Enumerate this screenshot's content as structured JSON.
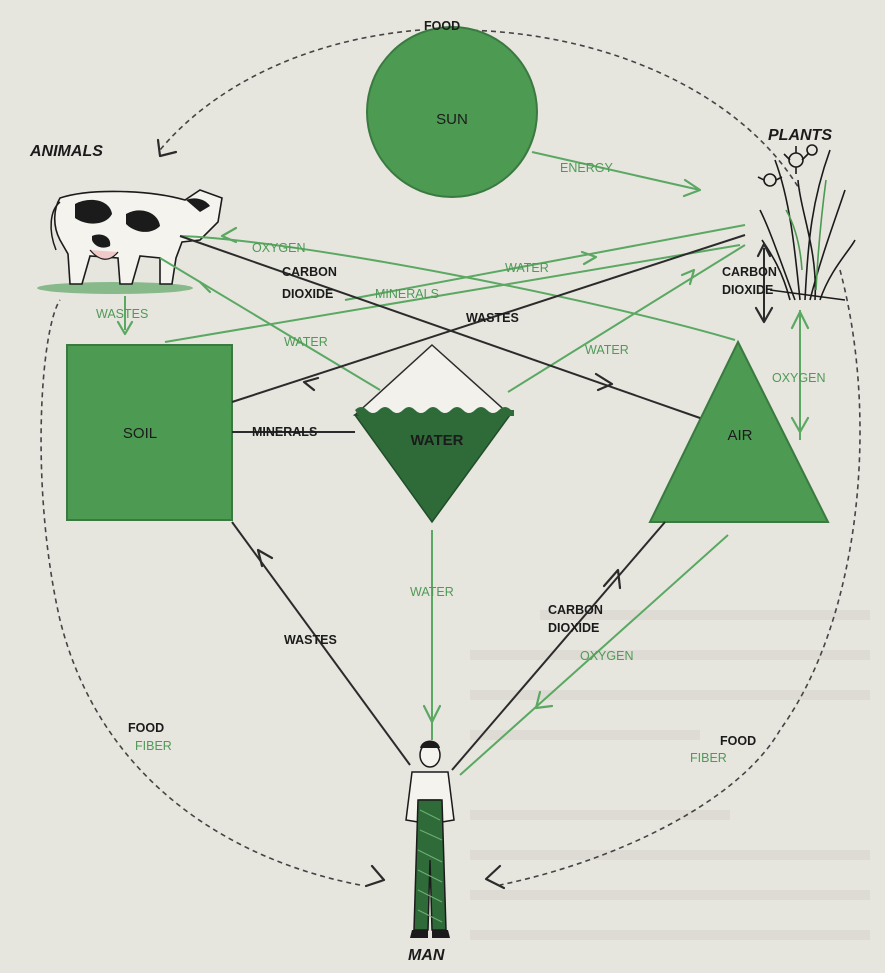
{
  "nodes": {
    "sun": "SUN",
    "soil": "SOIL",
    "water": "WATER",
    "air": "AIR"
  },
  "titles": {
    "animals": "ANIMALS",
    "plants": "PLANTS",
    "man": "MAN"
  },
  "labels": {
    "food_top": "FOOD",
    "energy": "ENERGY",
    "oxygen_animals": "OXYGEN",
    "water_to_plants": "WATER",
    "carbon_dioxide_animals_1": "CARBON",
    "carbon_dioxide_animals_2": "DIOXIDE",
    "minerals_soil_plants": "MINERALS",
    "wastes_animals_soil": "WASTES",
    "water_to_animals": "WATER",
    "wastes_plants_soil": "WASTES",
    "water_plants": "WATER",
    "carbon_dioxide_plants_1": "CARBON",
    "carbon_dioxide_plants_2": "DIOXIDE",
    "oxygen_air_plants": "OXYGEN",
    "minerals_soil_water": "MINERALS",
    "water_man": "WATER",
    "wastes_man": "WASTES",
    "carbon_dioxide_man_1": "CARBON",
    "carbon_dioxide_man_2": "DIOXIDE",
    "oxygen_man": "OXYGEN",
    "food_left": "FOOD",
    "fiber_left": "FIBER",
    "food_right": "FOOD",
    "fiber_right": "FIBER"
  },
  "colors": {
    "green_fill": "#4d9a52",
    "dark_green_fill": "#2f6b39",
    "green_line": "#5aa862",
    "dark_line": "#2b2b2b",
    "background": "#e6e5de"
  }
}
